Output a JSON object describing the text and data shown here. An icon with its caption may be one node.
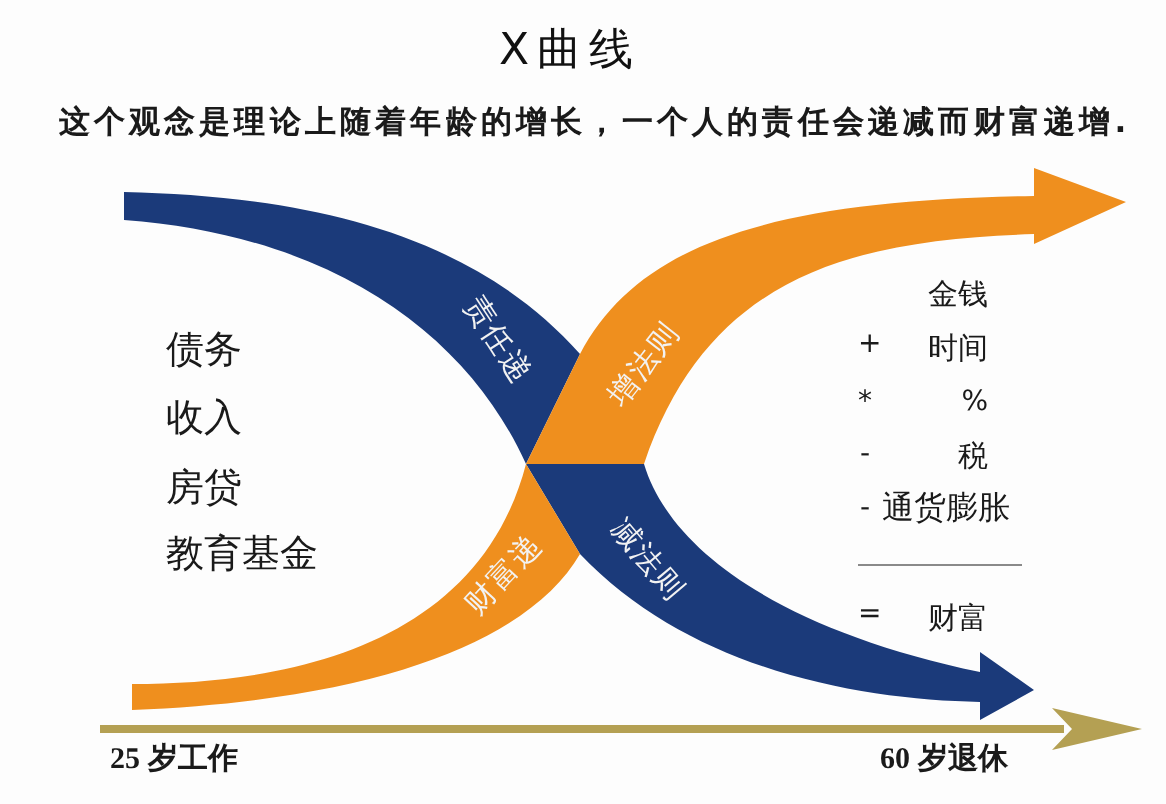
{
  "diagram": {
    "title": "X曲线",
    "nodes": [
      {
        "text": [
          "责任递",
          "减法则"
        ]
      },
      {
        "text": [
          "财富递",
          "增法则"
        ]
      }
    ],
    "labels": [
      "这个观念是理论上随着年龄的增长，一个人的责任会递减而财富递增.",
      "债务",
      "收入",
      "房贷",
      "教育基金",
      "金钱",
      "+",
      "时间",
      "*",
      "%",
      "-",
      "税",
      "-",
      "通货膨胀",
      "=",
      "财富",
      "25 岁工作",
      "60 岁退休"
    ]
  }
}
